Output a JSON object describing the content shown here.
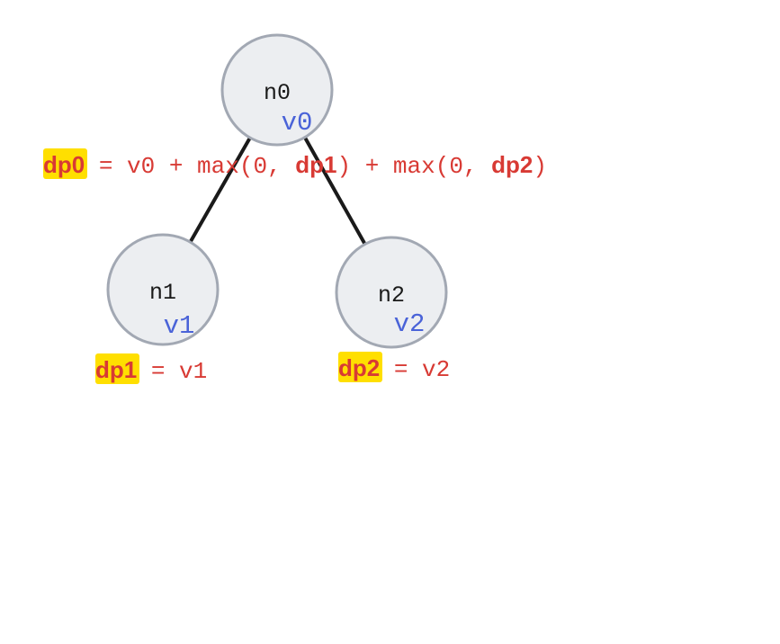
{
  "colors": {
    "node_fill": "#eceef1",
    "node_stroke": "#a2a8b3",
    "edge": "#1a1a1a",
    "label": "#1a1a1a",
    "value": "#4a63d8",
    "formula": "#d83a34",
    "highlight": "#ffdf00"
  },
  "nodes": [
    {
      "id": "n0",
      "label": "n0",
      "value": "v0"
    },
    {
      "id": "n1",
      "label": "n1",
      "value": "v1"
    },
    {
      "id": "n2",
      "label": "n2",
      "value": "v2"
    }
  ],
  "edges": [
    {
      "from": "n0",
      "to": "n1"
    },
    {
      "from": "n0",
      "to": "n2"
    }
  ],
  "formulas": {
    "f0": {
      "target": "dp0",
      "eq": " = v0 + max(0, ",
      "ref1": "dp1",
      "mid": ") + max(0, ",
      "ref2": "dp2",
      "end": ")"
    },
    "f1": {
      "target": "dp1",
      "rest": " = v1"
    },
    "f2": {
      "target": "dp2",
      "rest": " = v2"
    }
  }
}
